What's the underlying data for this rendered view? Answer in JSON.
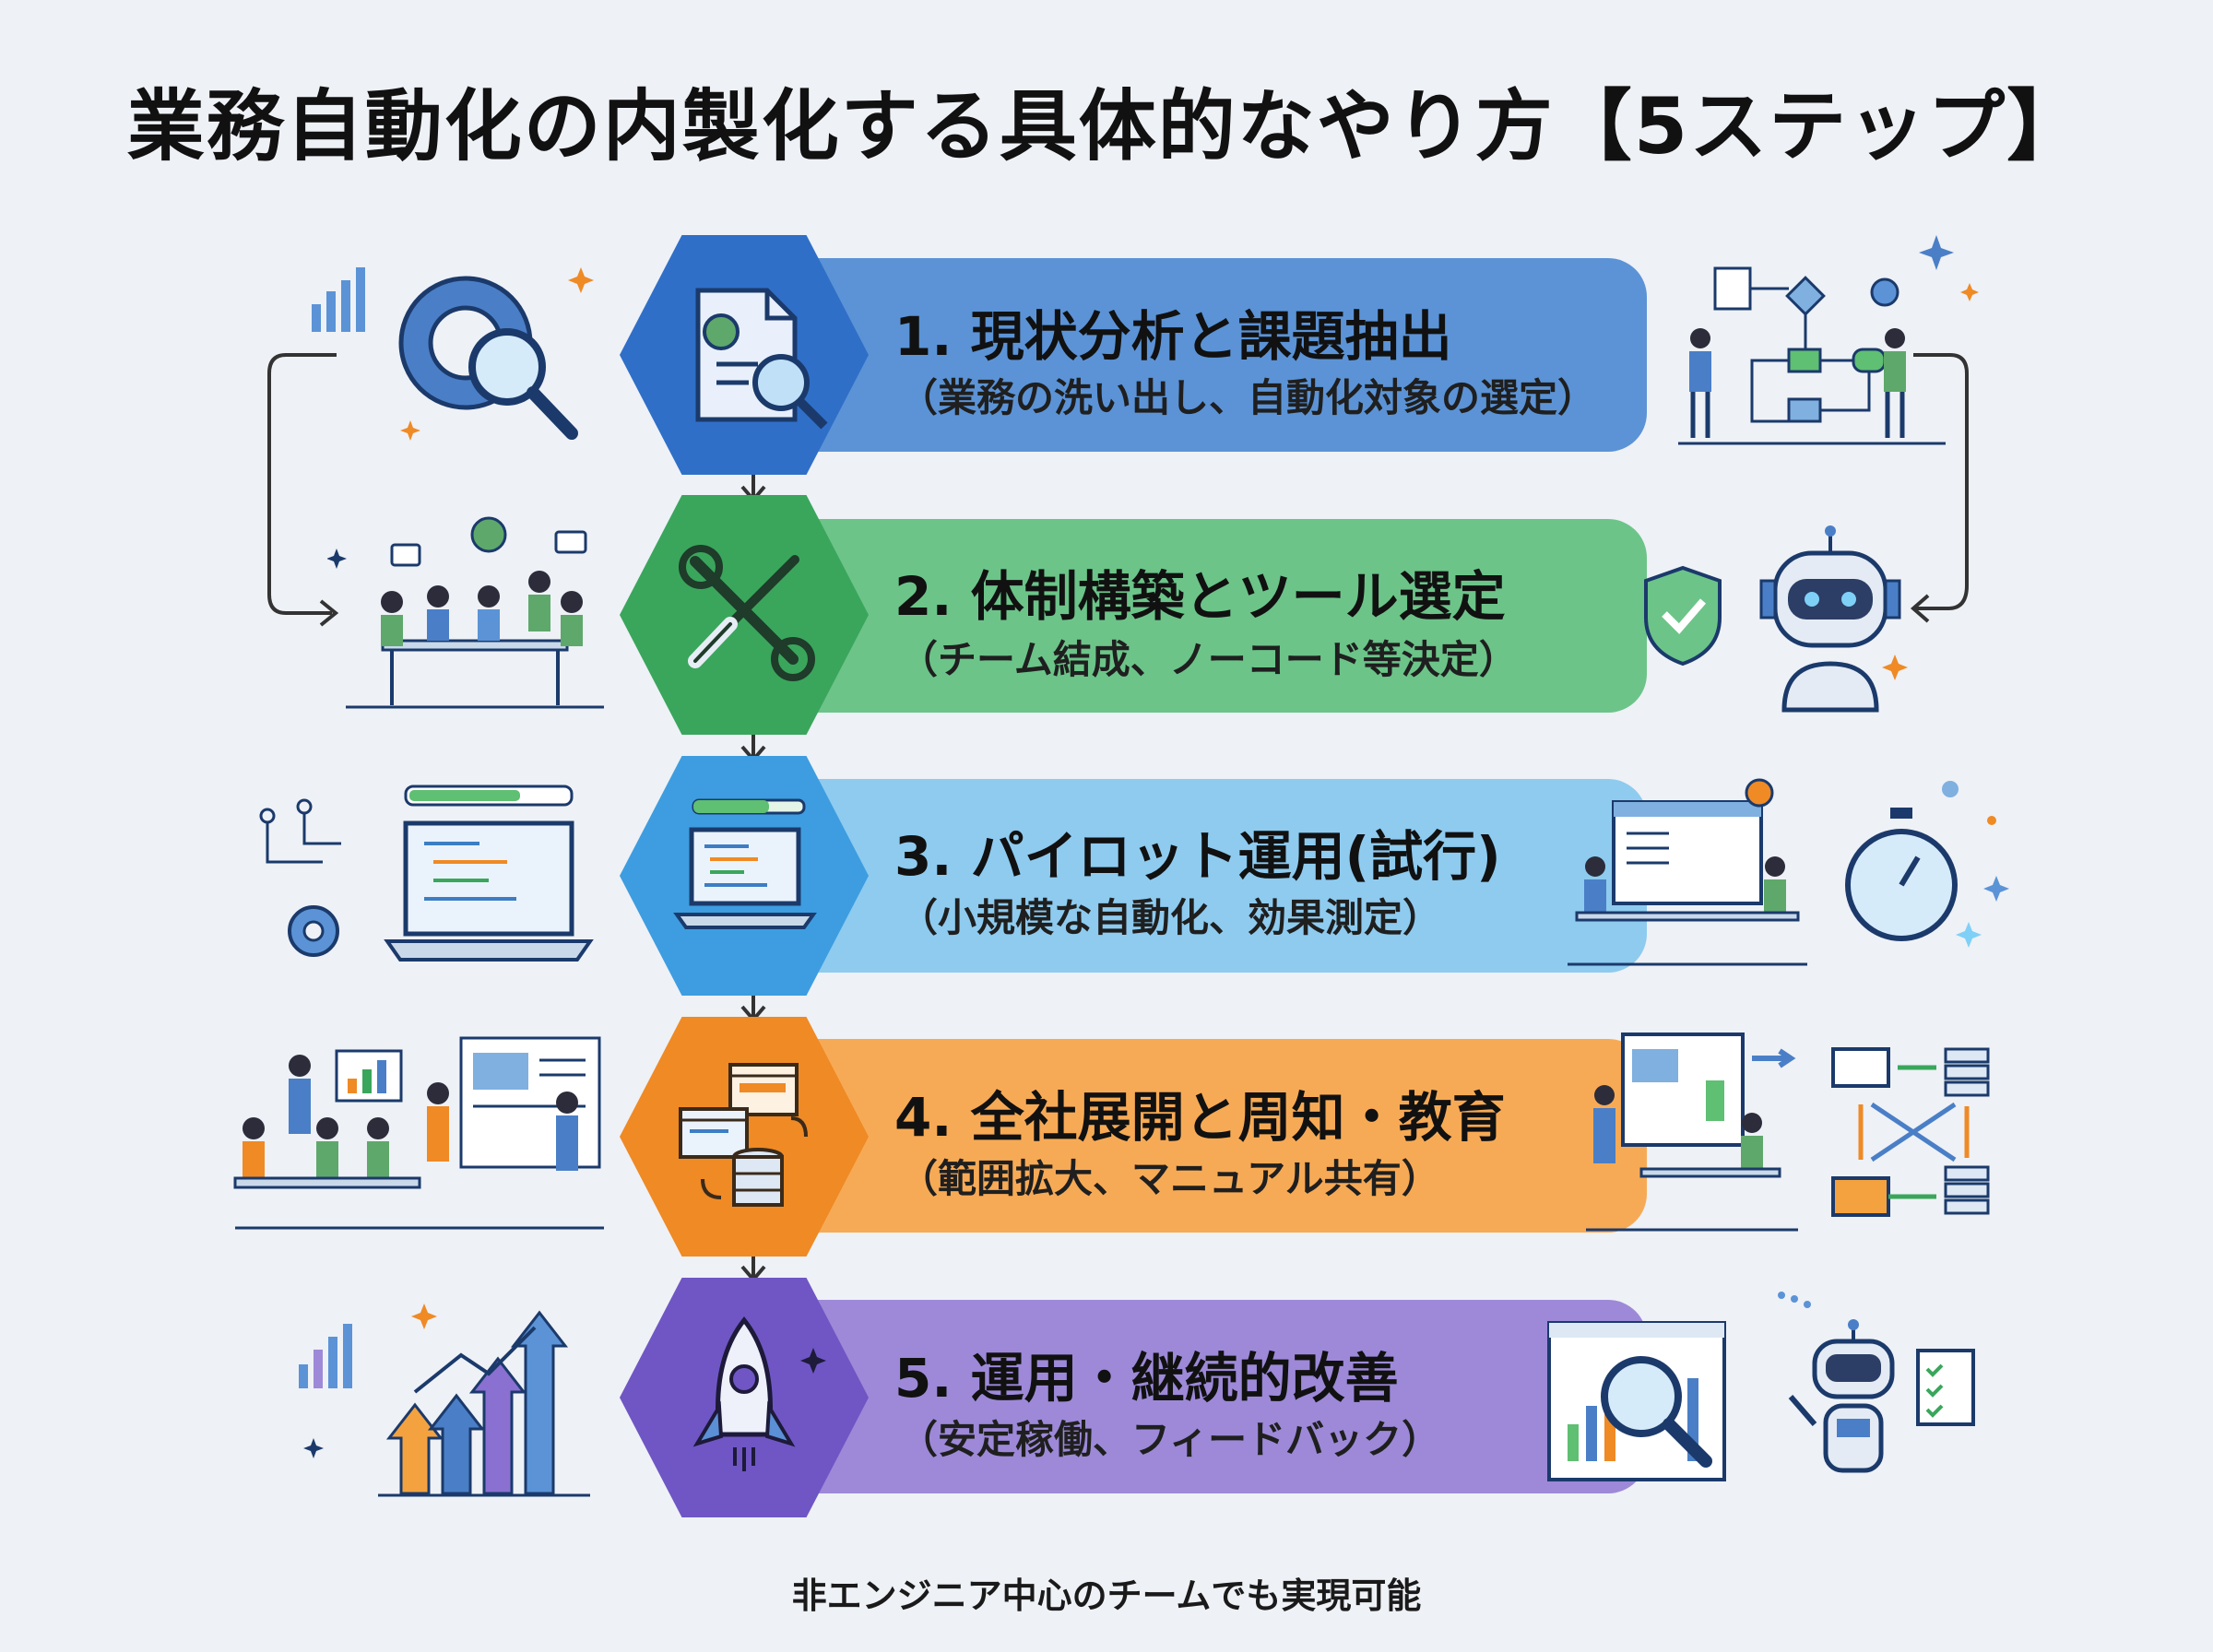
{
  "title": "業務自動化の内製化する具体的なやり方【5ステップ】",
  "footer": "非エンジニア中心のチームでも実現可能",
  "steps": [
    {
      "title": "1. 現状分析と課題抽出",
      "subtitle": "（業務の洗い出し、自動化対象の選定）",
      "color": "#5b93d6",
      "hex_color": "#2f6fc8",
      "icon": "document-search-icon"
    },
    {
      "title": "2. 体制構築とツール選定",
      "subtitle": "（チーム結成、ノーコード等決定）",
      "color": "#6cc489",
      "hex_color": "#3aa65c",
      "icon": "wrench-screwdriver-icon"
    },
    {
      "title": "3. パイロット運用(試行)",
      "subtitle": "（小規模な自動化、効果測定）",
      "color": "#8ecbef",
      "hex_color": "#3d9de0",
      "icon": "laptop-code-icon"
    },
    {
      "title": "4. 全社展開と周知・教育",
      "subtitle": "（範囲拡大、マニュアル共有）",
      "color": "#f7aa55",
      "hex_color": "#ef8a25",
      "icon": "server-sync-icon"
    },
    {
      "title": "5. 運用・継続的改善",
      "subtitle": "（安定稼働、フィードバック）",
      "color": "#9d89d8",
      "hex_color": "#6f56c4",
      "icon": "rocket-icon"
    }
  ]
}
